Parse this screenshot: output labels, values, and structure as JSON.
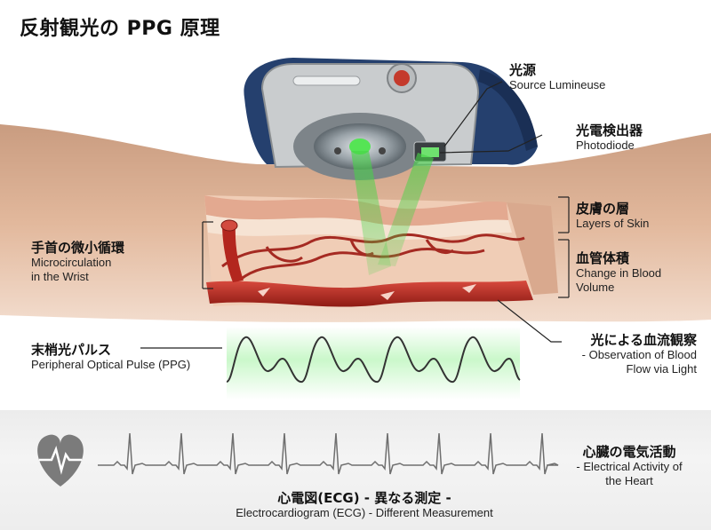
{
  "title": "反射観光の PPG 原理",
  "labels": {
    "light_source": {
      "ja": "光源",
      "en": "Source Lumineuse"
    },
    "photodiode": {
      "ja": "光電検出器",
      "en": "Photodiode"
    },
    "skin_layers": {
      "ja": "皮膚の層",
      "en": "Layers of Skin"
    },
    "blood_volume": {
      "ja": "血管体積",
      "en1": "Change in Blood",
      "en2": "Volume"
    },
    "microcirculation": {
      "ja": "手首の微小循環",
      "en1": "Microcirculation",
      "en2": "in the Wrist"
    },
    "observation": {
      "ja": "光による血流観察",
      "en1": "- Observation of Blood",
      "en2": "Flow via Light"
    },
    "ppg": {
      "ja": "末梢光パルス",
      "en": "Peripheral Optical Pulse (PPG)"
    },
    "heart": {
      "ja": "心臓の電気活動",
      "en1": "- Electrical Activity of",
      "en2": "the Heart"
    },
    "ecg": {
      "ja": "心電図(ECG) - 異なる測定 -",
      "en": "Electrocardiogram (ECG) - Different Measurement"
    }
  },
  "icons": {
    "heart": "heart-ecg-icon",
    "watch": "smartwatch-icon"
  },
  "colors": {
    "light": "#3fd23f",
    "artery": "#b3261e",
    "skin": "#e7bfa4",
    "watch_band": "#25406e"
  }
}
